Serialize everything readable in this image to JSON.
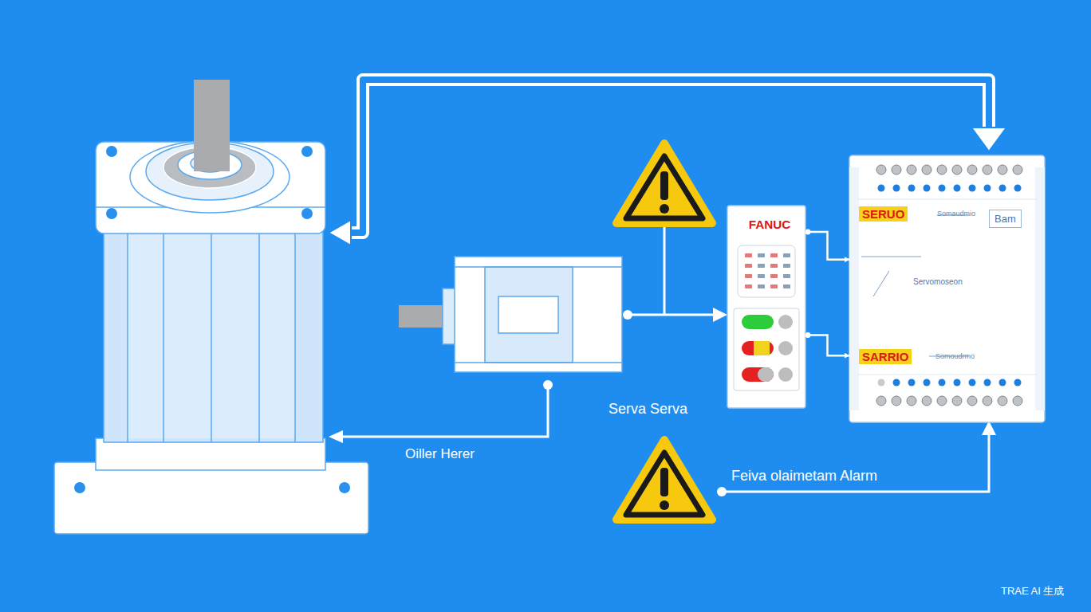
{
  "diagram": {
    "nodes": [
      {
        "text": [
          "FANUC"
        ]
      },
      {
        "text": [
          "SERUO",
          "Somaudmio",
          "Bam",
          "Servomoseon",
          "SARRIO",
          "Somoudrmo"
        ]
      }
    ],
    "edges": [
      {
        "from": 0,
        "to": 1,
        "arrow": "to"
      },
      {
        "from": 0,
        "to": 1,
        "arrow": "to"
      }
    ],
    "labels": [
      "Serva Serva",
      "Oiller Herer",
      "Feiva olaimetam Alarm",
      "TRAE AI 生成"
    ]
  }
}
